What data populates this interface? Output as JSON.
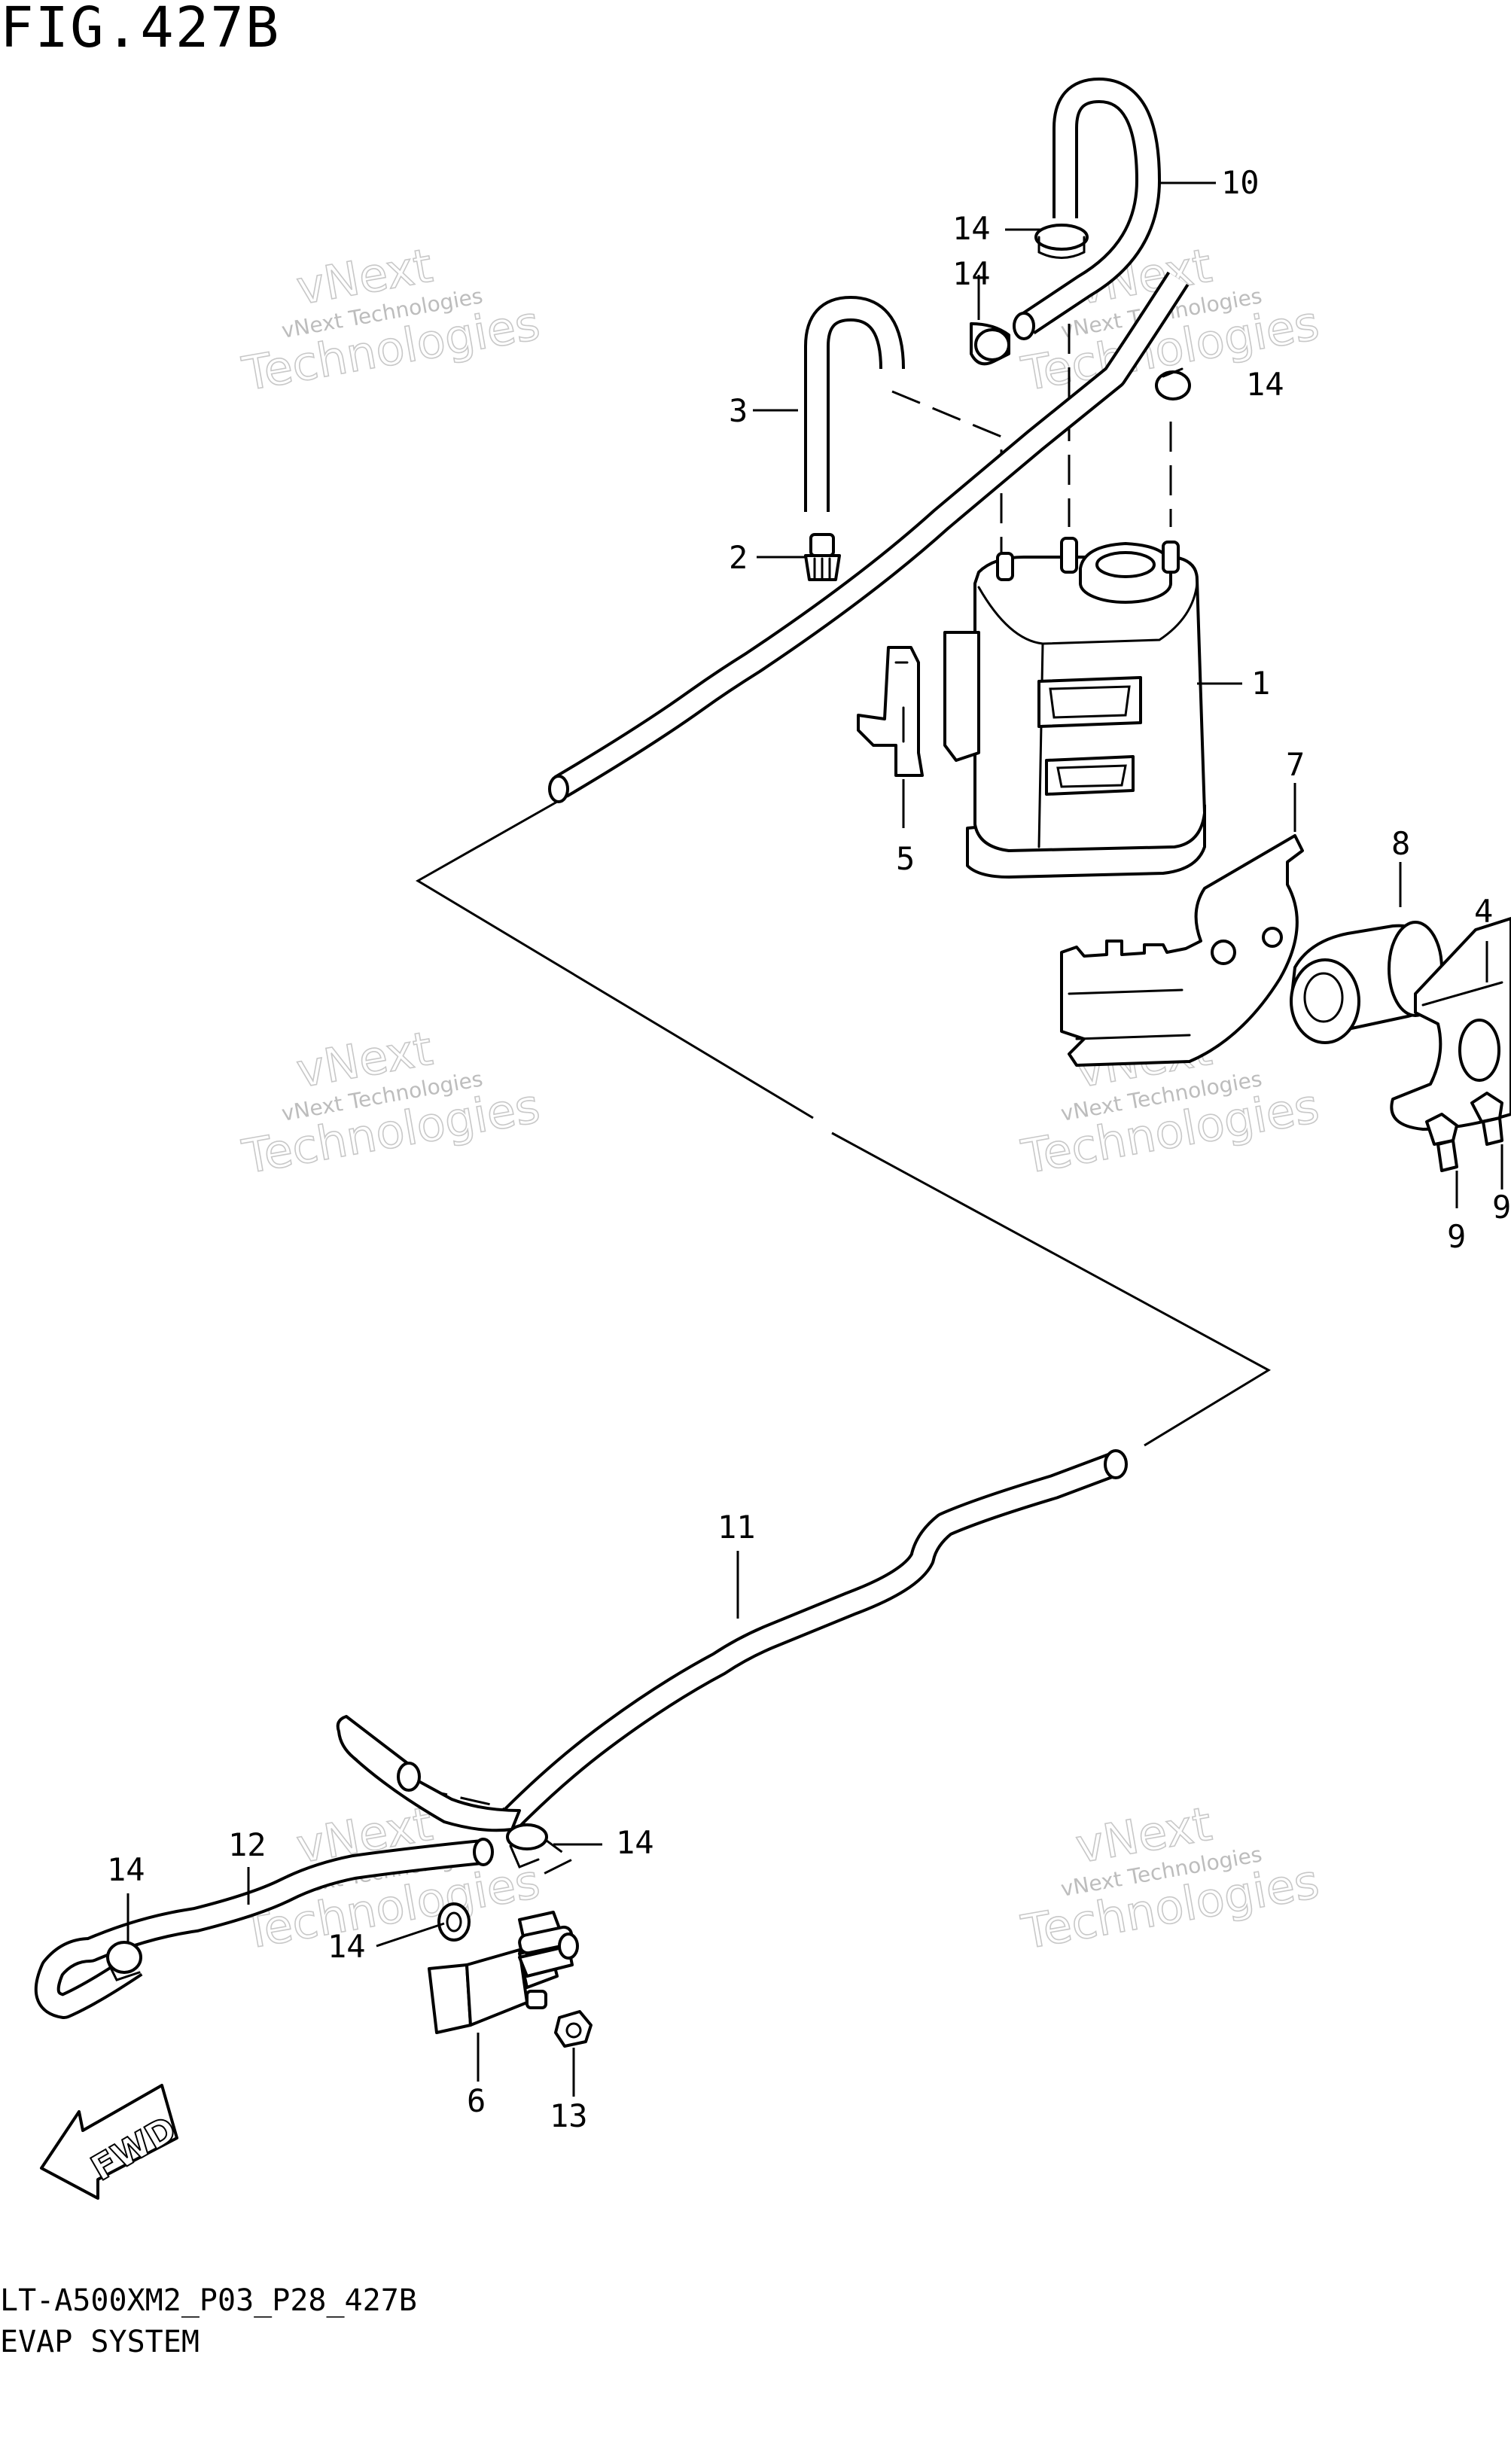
{
  "figure": {
    "title": "FIG.427B"
  },
  "footer": {
    "code": "LT-A500XM2_P03_P28_427B",
    "name": "EVAP SYSTEM"
  },
  "watermark": {
    "line1": "vNext",
    "line2": "vNext Technologies",
    "line3": "Technologies"
  },
  "fwd_arrow": {
    "label": "FWD"
  },
  "callouts": [
    {
      "id": "c1",
      "label": "1"
    },
    {
      "id": "c2",
      "label": "2"
    },
    {
      "id": "c3",
      "label": "3"
    },
    {
      "id": "c4",
      "label": "4"
    },
    {
      "id": "c5",
      "label": "5"
    },
    {
      "id": "c6",
      "label": "6"
    },
    {
      "id": "c7",
      "label": "7"
    },
    {
      "id": "c8",
      "label": "8"
    },
    {
      "id": "c9a",
      "label": "9"
    },
    {
      "id": "c9b",
      "label": "9"
    },
    {
      "id": "c10",
      "label": "10"
    },
    {
      "id": "c11",
      "label": "11"
    },
    {
      "id": "c12",
      "label": "12"
    },
    {
      "id": "c13",
      "label": "13"
    },
    {
      "id": "c14a",
      "label": "14"
    },
    {
      "id": "c14b",
      "label": "14"
    },
    {
      "id": "c14c",
      "label": "14"
    },
    {
      "id": "c14d",
      "label": "14"
    },
    {
      "id": "c14e",
      "label": "14"
    },
    {
      "id": "c14f",
      "label": "14"
    }
  ]
}
